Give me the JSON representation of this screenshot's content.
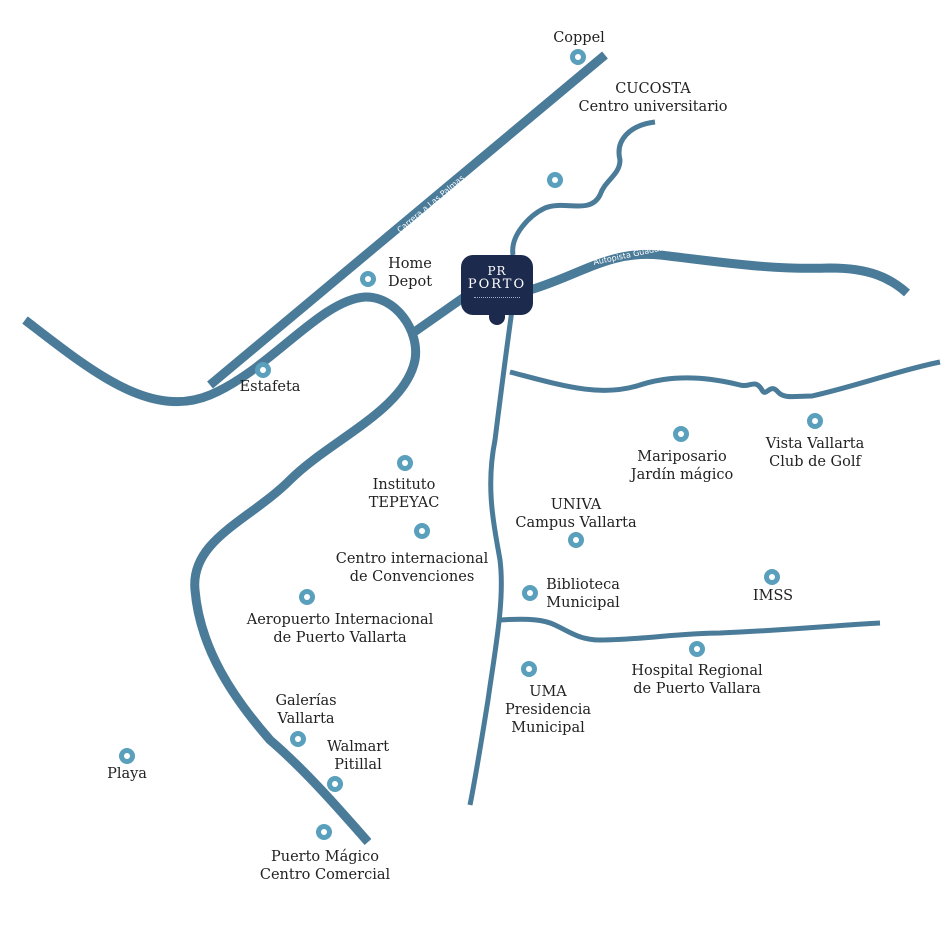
{
  "logo": {
    "mark": "PR",
    "name": "PORTO"
  },
  "roads": {
    "carretera": "Carrera a Las Palmas",
    "autopista": "Autopista Guadalajara-Tepic"
  },
  "places": {
    "coppel": [
      "Coppel"
    ],
    "cucosta": [
      "CUCOSTA",
      "Centro universitario"
    ],
    "home_depot": [
      "Home",
      "Depot"
    ],
    "estafeta": [
      "Estafeta"
    ],
    "instituto": [
      "Instituto",
      "TEPEYAC"
    ],
    "centro_conv": [
      "Centro internacional",
      "de Convenciones"
    ],
    "aeropuerto": [
      "Aeropuerto Internacional",
      "de Puerto Vallarta"
    ],
    "galerias": [
      "Galerías",
      "Vallarta"
    ],
    "walmart": [
      "Walmart",
      "Pitillal"
    ],
    "puerto_magico": [
      "Puerto Mágico",
      "Centro Comercial"
    ],
    "playa": [
      "Playa"
    ],
    "univa": [
      "UNIVA",
      "Campus Vallarta"
    ],
    "biblioteca": [
      "Biblioteca",
      "Municipal"
    ],
    "uma": [
      "UMA",
      "Presidencia",
      "Municipal"
    ],
    "mariposario": [
      "Mariposario",
      "Jardín mágico"
    ],
    "vista": [
      "Vista Vallarta",
      "Club de Golf"
    ],
    "imss": [
      "IMSS"
    ],
    "hospital": [
      "Hospital Regional",
      "de Puerto Vallara"
    ]
  },
  "colors": {
    "road": "#4a7b99",
    "poi": "#5aa0bd",
    "logo": "#1c2a4e"
  }
}
